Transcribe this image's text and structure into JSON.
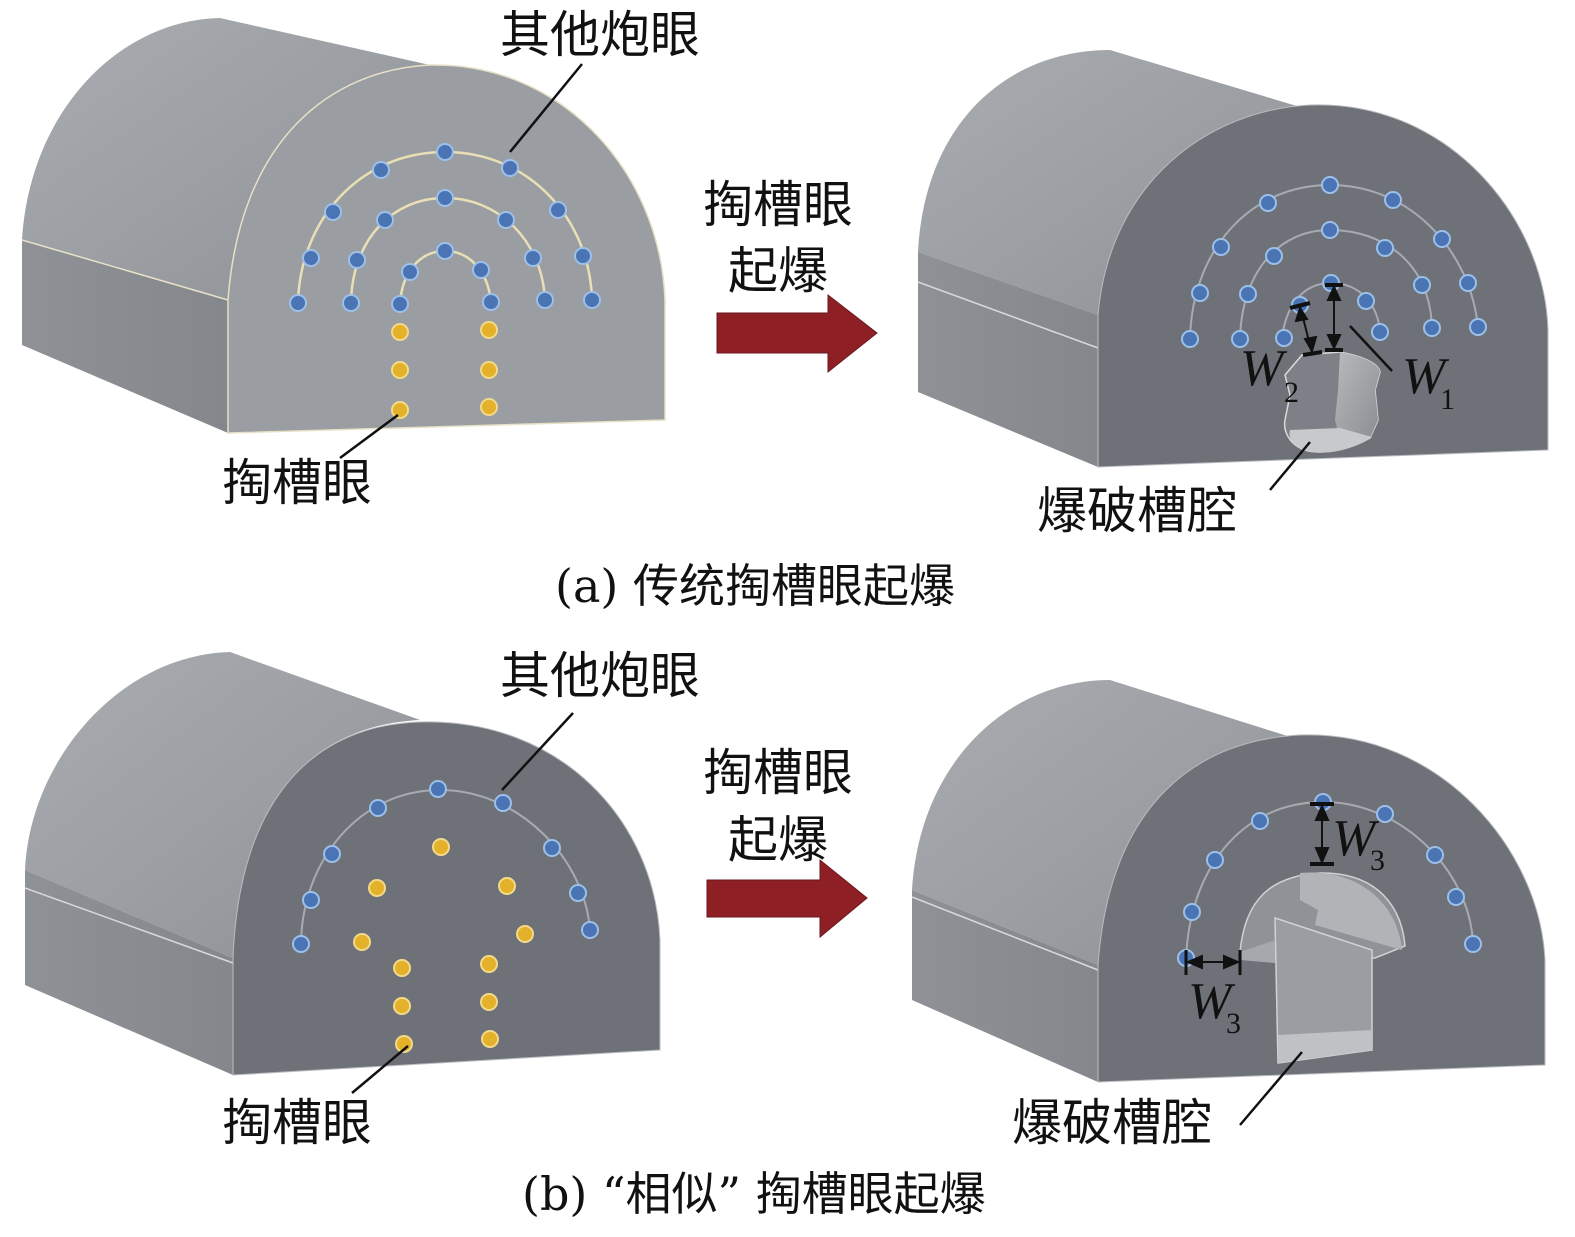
{
  "figure": {
    "panel_a": {
      "caption": "(a) 传统掏槽眼起爆",
      "before": {
        "label_other_holes": "其他炮眼",
        "label_cut_holes": "掏槽眼"
      },
      "arrow_label_line1": "掏槽眼",
      "arrow_label_line2": "起爆",
      "after": {
        "label_cavity": "爆破槽腔",
        "dim_w1": "W",
        "dim_w1_sub": "1",
        "dim_w2": "W",
        "dim_w2_sub": "2"
      }
    },
    "panel_b": {
      "caption": "(b) “相似” 掏槽眼起爆",
      "before": {
        "label_other_holes": "其他炮眼",
        "label_cut_holes": "掏槽眼"
      },
      "arrow_label_line1": "掏槽眼",
      "arrow_label_line2": "起爆",
      "after": {
        "label_cavity": "爆破槽腔",
        "dim_w3_top": "W",
        "dim_w3_top_sub": "3",
        "dim_w3_side": "W",
        "dim_w3_side_sub": "3"
      }
    },
    "colors": {
      "other_hole": "#4a74b4",
      "cut_hole": "#e3b12a",
      "arrow": "#8e1f24",
      "rock_light": "#9b9ea3",
      "rock_dark": "#6d7177"
    }
  }
}
